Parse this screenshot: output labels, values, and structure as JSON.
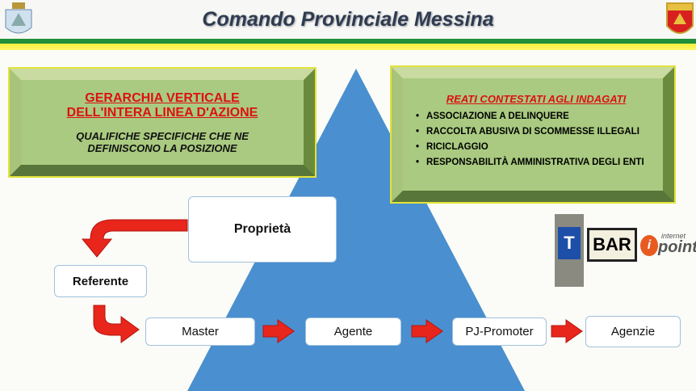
{
  "header": {
    "title": "Comando Provinciale Messina",
    "left_emblem": "guardia-di-finanza-crest",
    "right_emblem": "messina-command-shield"
  },
  "left_box": {
    "title_line1": "GERARCHIA VERTICALE",
    "title_line2": "DELL'INTERA LINEA D'AZIONE",
    "subtitle_line1": "QUALIFICHE SPECIFICHE CHE NE",
    "subtitle_line2": "DEFINISCONO LA POSIZIONE"
  },
  "right_box": {
    "title": "REATI CONTESTATI AGLI INDAGATI",
    "items": [
      "ASSOCIAZIONE A DELINQUERE",
      "RACCOLTA ABUSIVA DI SCOMMESSE ILLEGALI",
      "RICICLAGGIO",
      "RESPONSABILITÀ AMMINISTRATIVA DEGLI ENTI"
    ]
  },
  "hierarchy": {
    "proprieta": "Proprietà",
    "referente": "Referente",
    "master": "Master",
    "agente": "Agente",
    "promoter": "PJ-Promoter",
    "agenzie": "Agenzie"
  },
  "logos": {
    "tabacchi": "T",
    "bar": "BAR",
    "internet_small": "internet",
    "internet_big": "point"
  },
  "colors": {
    "pyramid": "#4a8fcf",
    "arrow": "#e8261c",
    "green": "#1f8f3a",
    "yellow": "#f5ef3a"
  }
}
